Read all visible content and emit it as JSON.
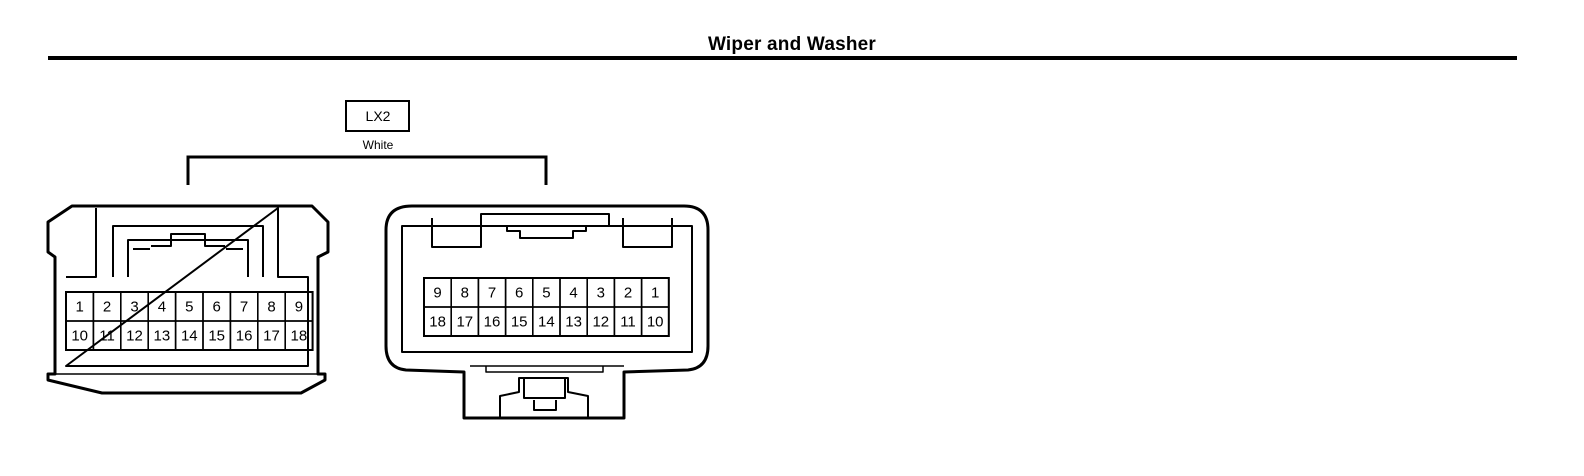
{
  "header": {
    "title": "Wiper and Washer"
  },
  "connector": {
    "code": "LX2",
    "color": "White"
  },
  "left_connector": {
    "pins_top": [
      "1",
      "2",
      "3",
      "4",
      "5",
      "6",
      "7",
      "8",
      "9"
    ],
    "pins_bottom": [
      "10",
      "11",
      "12",
      "13",
      "14",
      "15",
      "16",
      "17",
      "18"
    ]
  },
  "right_connector": {
    "pins_top": [
      "9",
      "8",
      "7",
      "6",
      "5",
      "4",
      "3",
      "2",
      "1"
    ],
    "pins_bottom": [
      "18",
      "17",
      "16",
      "15",
      "14",
      "13",
      "12",
      "11",
      "10"
    ]
  }
}
